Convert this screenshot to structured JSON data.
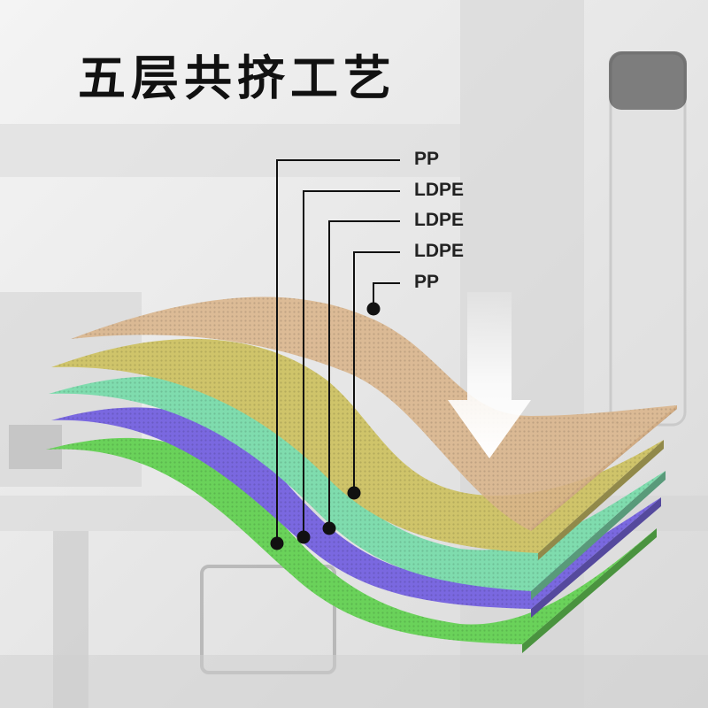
{
  "title": "五层共挤工艺",
  "layers": [
    {
      "label": "PP",
      "color": "#d9b48a"
    },
    {
      "label": "LDPE",
      "color": "#cfc46a"
    },
    {
      "label": "LDPE",
      "color": "#7fdcae"
    },
    {
      "label": "LDPE",
      "color": "#7a68e0"
    },
    {
      "label": "PP",
      "color": "#6ad25a"
    }
  ]
}
